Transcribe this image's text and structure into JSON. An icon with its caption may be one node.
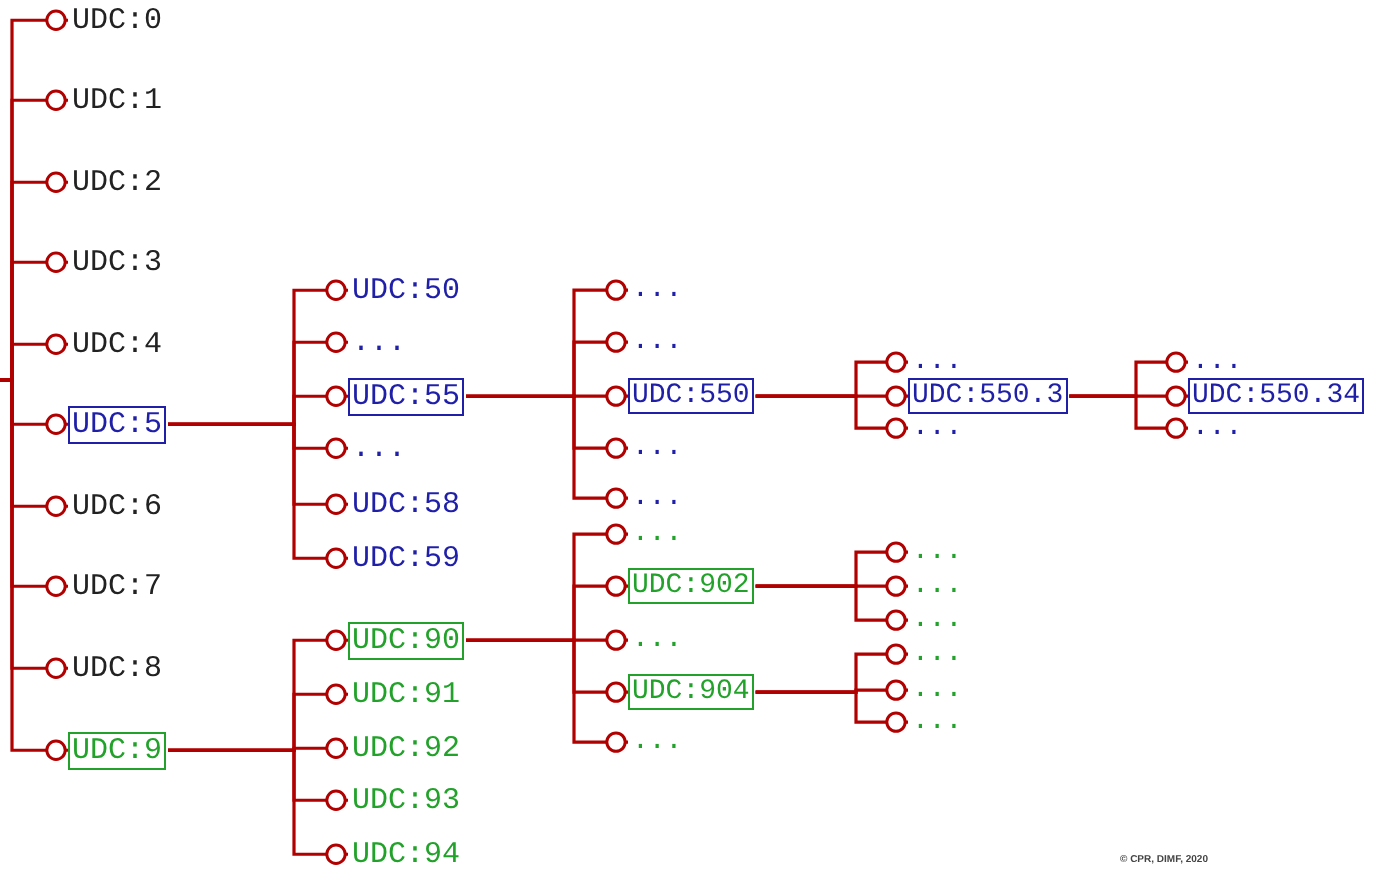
{
  "diagram": {
    "nodes": [
      {
        "text": [
          "UDC:0"
        ]
      },
      {
        "text": [
          "UDC:1"
        ]
      },
      {
        "text": [
          "UDC:2"
        ]
      },
      {
        "text": [
          "UDC:3"
        ]
      },
      {
        "text": [
          "UDC:4"
        ]
      },
      {
        "text": [
          "UDC:5"
        ]
      },
      {
        "text": [
          "UDC:6"
        ]
      },
      {
        "text": [
          "UDC:7"
        ]
      },
      {
        "text": [
          "UDC:8"
        ]
      },
      {
        "text": [
          "UDC:9"
        ]
      },
      {
        "text": [
          "UDC:50"
        ]
      },
      {
        "text": [
          "..."
        ]
      },
      {
        "text": [
          "UDC:55"
        ]
      },
      {
        "text": [
          "..."
        ]
      },
      {
        "text": [
          "UDC:58"
        ]
      },
      {
        "text": [
          "UDC:59"
        ]
      },
      {
        "text": [
          "UDC:90"
        ]
      },
      {
        "text": [
          "UDC:91"
        ]
      },
      {
        "text": [
          "UDC:92"
        ]
      },
      {
        "text": [
          "UDC:93"
        ]
      },
      {
        "text": [
          "UDC:94"
        ]
      },
      {
        "text": [
          "..."
        ]
      },
      {
        "text": [
          "..."
        ]
      },
      {
        "text": [
          "UDC:550"
        ]
      },
      {
        "text": [
          "..."
        ]
      },
      {
        "text": [
          "..."
        ]
      },
      {
        "text": [
          "..."
        ]
      },
      {
        "text": [
          "UDC:902"
        ]
      },
      {
        "text": [
          "..."
        ]
      },
      {
        "text": [
          "UDC:904"
        ]
      },
      {
        "text": [
          "..."
        ]
      },
      {
        "text": [
          "..."
        ]
      },
      {
        "text": [
          "UDC:550.3"
        ]
      },
      {
        "text": [
          "..."
        ]
      },
      {
        "text": [
          "..."
        ]
      },
      {
        "text": [
          "UDC:550.34"
        ]
      },
      {
        "text": [
          "..."
        ]
      },
      {
        "text": [
          "..."
        ]
      },
      {
        "text": [
          "..."
        ]
      },
      {
        "text": [
          "..."
        ]
      },
      {
        "text": [
          "..."
        ]
      },
      {
        "text": [
          "..."
        ]
      },
      {
        "text": [
          "..."
        ]
      }
    ],
    "edges": [
      {
        "from": null,
        "to": 0,
        "arrow": "other"
      },
      {
        "from": null,
        "to": 1,
        "arrow": "other"
      },
      {
        "from": null,
        "to": 2,
        "arrow": "other"
      },
      {
        "from": null,
        "to": 3,
        "arrow": "other"
      },
      {
        "from": null,
        "to": 4,
        "arrow": "other"
      },
      {
        "from": null,
        "to": 5,
        "arrow": "other"
      },
      {
        "from": null,
        "to": 6,
        "arrow": "other"
      },
      {
        "from": null,
        "to": 7,
        "arrow": "other"
      },
      {
        "from": null,
        "to": 8,
        "arrow": "other"
      },
      {
        "from": null,
        "to": 9,
        "arrow": "other"
      },
      {
        "from": 5,
        "to": 10,
        "arrow": "other"
      },
      {
        "from": 5,
        "to": 11,
        "arrow": "other"
      },
      {
        "from": 5,
        "to": 12,
        "arrow": "other"
      },
      {
        "from": 5,
        "to": 13,
        "arrow": "other"
      },
      {
        "from": 5,
        "to": 14,
        "arrow": "other"
      },
      {
        "from": 5,
        "to": 15,
        "arrow": "other"
      },
      {
        "from": 9,
        "to": 16,
        "arrow": "other"
      },
      {
        "from": 9,
        "to": 17,
        "arrow": "other"
      },
      {
        "from": 9,
        "to": 18,
        "arrow": "other"
      },
      {
        "from": 9,
        "to": 19,
        "arrow": "other"
      },
      {
        "from": 9,
        "to": 20,
        "arrow": "other"
      },
      {
        "from": 12,
        "to": 21,
        "arrow": "other"
      },
      {
        "from": 12,
        "to": 22,
        "arrow": "other"
      },
      {
        "from": 12,
        "to": 23,
        "arrow": "other"
      },
      {
        "from": 12,
        "to": 24,
        "arrow": "other"
      },
      {
        "from": 12,
        "to": 25,
        "arrow": "other"
      },
      {
        "from": 16,
        "to": 26,
        "arrow": "other"
      },
      {
        "from": 16,
        "to": 27,
        "arrow": "other"
      },
      {
        "from": 16,
        "to": 28,
        "arrow": "other"
      },
      {
        "from": 16,
        "to": 29,
        "arrow": "other"
      },
      {
        "from": 16,
        "to": 30,
        "arrow": "other"
      },
      {
        "from": 23,
        "to": 31,
        "arrow": "other"
      },
      {
        "from": 23,
        "to": 32,
        "arrow": "other"
      },
      {
        "from": 23,
        "to": 33,
        "arrow": "other"
      },
      {
        "from": 32,
        "to": 34,
        "arrow": "other"
      },
      {
        "from": 32,
        "to": 35,
        "arrow": "other"
      },
      {
        "from": 32,
        "to": 36,
        "arrow": "other"
      },
      {
        "from": 27,
        "to": 37,
        "arrow": "other"
      },
      {
        "from": 27,
        "to": 38,
        "arrow": "other"
      },
      {
        "from": 27,
        "to": 39,
        "arrow": "other"
      },
      {
        "from": 29,
        "to": 40,
        "arrow": "other"
      },
      {
        "from": 29,
        "to": 41,
        "arrow": "other"
      },
      {
        "from": 29,
        "to": 42,
        "arrow": "other"
      }
    ],
    "labels": [
      "© CPR, DIMF, 2020"
    ]
  }
}
